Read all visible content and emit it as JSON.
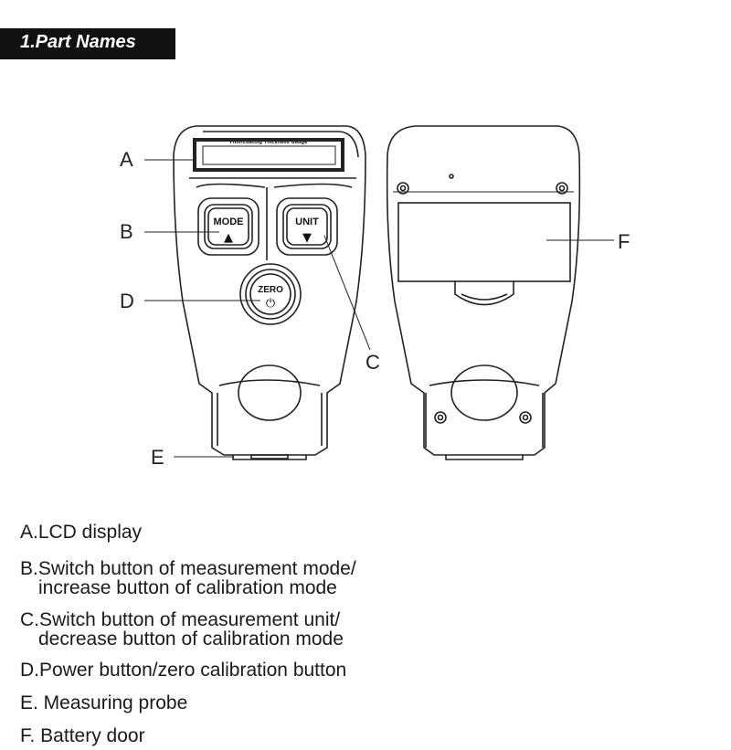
{
  "title": "1.Part Names",
  "device": {
    "lcd_caption": "Film/Coating Thickness Gauge",
    "mode_label": "MODE",
    "unit_label": "UNIT",
    "zero_label": "ZERO",
    "up_glyph": "▲",
    "down_glyph": "▼",
    "power_glyph": "⏻"
  },
  "callouts": {
    "a": "A",
    "b": "B",
    "c": "C",
    "d": "D",
    "e": "E",
    "f": "F"
  },
  "legend": {
    "a": "A.LCD display",
    "b_line1": "B.Switch button of measurement mode/",
    "b_line2": "increase button of calibration mode",
    "c_line1": "C.Switch button of measurement unit/",
    "c_line2": "decrease button of calibration mode",
    "d": "D.Power button/zero calibration button",
    "e": "E. Measuring probe",
    "f": "F. Battery door"
  }
}
